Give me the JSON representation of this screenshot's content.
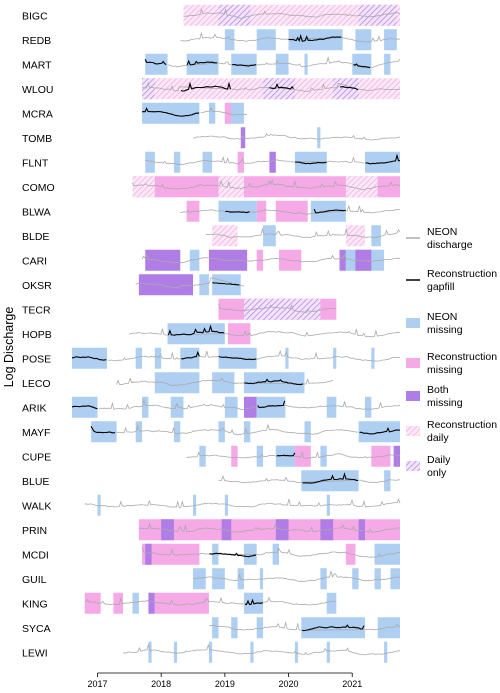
{
  "chart_data": {
    "type": "timeline",
    "ylabel": "Log Discharge",
    "xlabel": "",
    "x_ticks": [
      "2017",
      "2018",
      "2019",
      "2020",
      "2021"
    ],
    "xlim": [
      2016.6,
      2021.75
    ],
    "colors": {
      "neon": "#aaaaaa",
      "recon": "#000000",
      "neon_missing": "#aecff2",
      "recon_missing": "#f5a9e6",
      "both_missing": "#b07ce6",
      "recon_daily": "#fcd9f3",
      "daily_only": "#cfa0e8"
    },
    "legend": [
      {
        "key": "neon",
        "label": "NEON discharge",
        "kind": "line-grey"
      },
      {
        "key": "recon",
        "label": "Reconstruction gapfill",
        "kind": "line-black"
      },
      {
        "key": "neon_missing",
        "label": "NEON missing",
        "kind": "fill"
      },
      {
        "key": "recon_missing",
        "label": "Reconstruction missing",
        "kind": "fill"
      },
      {
        "key": "both_missing",
        "label": "Both missing",
        "kind": "fill"
      },
      {
        "key": "recon_daily",
        "label": "Reconstruction daily",
        "kind": "hatch-pink"
      },
      {
        "key": "daily_only",
        "label": "Daily only",
        "kind": "hatch-purple"
      }
    ],
    "sites": [
      {
        "name": "BIGC",
        "start": 2018.35,
        "end": 2021.75,
        "bands": [
          [
            2018.35,
            2021.75,
            "recon_daily"
          ],
          [
            2018.9,
            2019.4,
            "daily_only"
          ],
          [
            2021.1,
            2021.7,
            "daily_only"
          ]
        ],
        "gaps": []
      },
      {
        "name": "REDB",
        "start": 2018.3,
        "end": 2021.75,
        "bands": [
          [
            2019.0,
            2019.15,
            "neon_missing"
          ],
          [
            2019.5,
            2019.8,
            "neon_missing"
          ],
          [
            2020.0,
            2020.85,
            "neon_missing"
          ],
          [
            2021.05,
            2021.3,
            "neon_missing"
          ],
          [
            2021.5,
            2021.7,
            "neon_missing"
          ]
        ],
        "gaps": [
          [
            2020.0,
            2020.85
          ]
        ]
      },
      {
        "name": "MART",
        "start": 2017.75,
        "end": 2021.75,
        "bands": [
          [
            2017.75,
            2018.1,
            "neon_missing"
          ],
          [
            2018.4,
            2018.9,
            "neon_missing"
          ],
          [
            2019.1,
            2019.5,
            "neon_missing"
          ],
          [
            2019.8,
            2020.0,
            "neon_missing"
          ],
          [
            2020.25,
            2020.3,
            "neon_missing"
          ],
          [
            2021.0,
            2021.3,
            "neon_missing"
          ],
          [
            2021.5,
            2021.6,
            "neon_missing"
          ]
        ],
        "gaps": [
          [
            2017.75,
            2018.1
          ],
          [
            2018.4,
            2018.9
          ],
          [
            2019.1,
            2019.5
          ],
          [
            2021.0,
            2021.3
          ]
        ]
      },
      {
        "name": "WLOU",
        "start": 2017.7,
        "end": 2021.75,
        "bands": [
          [
            2017.7,
            2021.75,
            "recon_daily"
          ],
          [
            2017.7,
            2017.9,
            "daily_only"
          ],
          [
            2019.6,
            2020.1,
            "daily_only"
          ],
          [
            2020.7,
            2021.1,
            "daily_only"
          ]
        ],
        "gaps": [
          [
            2018.3,
            2019.1
          ],
          [
            2019.7,
            2020.1
          ],
          [
            2020.8,
            2021.1
          ]
        ]
      },
      {
        "name": "MCRA",
        "start": 2017.7,
        "end": 2019.35,
        "bands": [
          [
            2017.7,
            2018.6,
            "neon_missing"
          ],
          [
            2018.75,
            2018.85,
            "neon_missing"
          ],
          [
            2019.0,
            2019.3,
            "neon_missing"
          ],
          [
            2019.0,
            2019.1,
            "recon_missing"
          ]
        ],
        "gaps": [
          [
            2017.7,
            2018.6
          ]
        ]
      },
      {
        "name": "TOMB",
        "start": 2018.5,
        "end": 2021.75,
        "bands": [
          [
            2019.25,
            2019.32,
            "both_missing"
          ],
          [
            2020.45,
            2020.5,
            "neon_missing"
          ]
        ],
        "gaps": []
      },
      {
        "name": "FLNT",
        "start": 2017.75,
        "end": 2021.75,
        "bands": [
          [
            2017.75,
            2017.9,
            "neon_missing"
          ],
          [
            2018.2,
            2018.3,
            "neon_missing"
          ],
          [
            2018.65,
            2018.8,
            "neon_missing"
          ],
          [
            2019.2,
            2019.3,
            "recon_missing"
          ],
          [
            2019.7,
            2019.8,
            "both_missing"
          ],
          [
            2020.1,
            2020.6,
            "neon_missing"
          ],
          [
            2021.2,
            2021.75,
            "neon_missing"
          ]
        ],
        "gaps": [
          [
            2020.1,
            2020.6
          ],
          [
            2021.2,
            2021.75
          ]
        ]
      },
      {
        "name": "COMO",
        "start": 2017.55,
        "end": 2021.75,
        "bands": [
          [
            2017.55,
            2021.75,
            "recon_missing"
          ],
          [
            2017.55,
            2017.9,
            "recon_daily"
          ],
          [
            2018.9,
            2019.3,
            "recon_daily"
          ],
          [
            2020.9,
            2021.4,
            "recon_daily"
          ]
        ],
        "gaps": []
      },
      {
        "name": "BLWA",
        "start": 2018.3,
        "end": 2021.75,
        "bands": [
          [
            2018.4,
            2018.6,
            "recon_missing"
          ],
          [
            2018.9,
            2019.5,
            "neon_missing"
          ],
          [
            2019.5,
            2019.65,
            "recon_missing"
          ],
          [
            2019.8,
            2020.3,
            "recon_missing"
          ],
          [
            2020.35,
            2020.9,
            "neon_missing"
          ]
        ],
        "gaps": [
          [
            2019.0,
            2019.4
          ],
          [
            2020.4,
            2020.9
          ]
        ]
      },
      {
        "name": "BLDE",
        "start": 2018.7,
        "end": 2021.75,
        "bands": [
          [
            2018.8,
            2019.2,
            "recon_daily"
          ],
          [
            2019.6,
            2019.8,
            "neon_missing"
          ],
          [
            2020.9,
            2021.2,
            "recon_daily"
          ],
          [
            2021.3,
            2021.45,
            "neon_missing"
          ]
        ],
        "gaps": []
      },
      {
        "name": "CARI",
        "start": 2017.7,
        "end": 2021.75,
        "bands": [
          [
            2017.75,
            2018.3,
            "both_missing"
          ],
          [
            2018.45,
            2018.6,
            "neon_missing"
          ],
          [
            2018.75,
            2019.35,
            "both_missing"
          ],
          [
            2019.5,
            2019.6,
            "recon_missing"
          ],
          [
            2019.85,
            2020.2,
            "recon_missing"
          ],
          [
            2020.8,
            2020.9,
            "both_missing"
          ],
          [
            2020.9,
            2021.5,
            "neon_missing"
          ],
          [
            2021.05,
            2021.3,
            "both_missing"
          ]
        ],
        "gaps": []
      },
      {
        "name": "OKSR",
        "start": 2017.6,
        "end": 2019.3,
        "bands": [
          [
            2017.65,
            2018.5,
            "both_missing"
          ],
          [
            2018.6,
            2018.75,
            "neon_missing"
          ],
          [
            2018.8,
            2019.25,
            "neon_missing"
          ]
        ],
        "gaps": [
          [
            2018.8,
            2019.25
          ]
        ]
      },
      {
        "name": "TECR",
        "start": 2018.9,
        "end": 2020.75,
        "bands": [
          [
            2018.9,
            2020.75,
            "recon_missing"
          ],
          [
            2019.3,
            2020.5,
            "daily_only"
          ]
        ],
        "gaps": []
      },
      {
        "name": "HOPB",
        "start": 2017.5,
        "end": 2021.75,
        "bands": [
          [
            2018.1,
            2019.0,
            "neon_missing"
          ],
          [
            2019.05,
            2019.4,
            "recon_missing"
          ]
        ],
        "gaps": [
          [
            2018.1,
            2019.0
          ]
        ]
      },
      {
        "name": "POSE",
        "start": 2016.6,
        "end": 2021.75,
        "bands": [
          [
            2016.6,
            2017.15,
            "neon_missing"
          ],
          [
            2017.6,
            2017.7,
            "neon_missing"
          ],
          [
            2017.9,
            2018.0,
            "neon_missing"
          ],
          [
            2018.3,
            2018.6,
            "neon_missing"
          ],
          [
            2018.9,
            2019.5,
            "neon_missing"
          ],
          [
            2019.95,
            2020.0,
            "neon_missing"
          ],
          [
            2020.7,
            2020.75,
            "neon_missing"
          ],
          [
            2021.3,
            2021.35,
            "neon_missing"
          ]
        ],
        "gaps": [
          [
            2016.6,
            2017.15
          ],
          [
            2018.3,
            2018.6
          ],
          [
            2018.9,
            2019.5
          ]
        ]
      },
      {
        "name": "LECO",
        "start": 2017.3,
        "end": 2020.7,
        "bands": [
          [
            2017.9,
            2018.6,
            "neon_missing"
          ],
          [
            2018.8,
            2019.15,
            "neon_missing"
          ],
          [
            2019.3,
            2020.25,
            "neon_missing"
          ]
        ],
        "gaps": [
          [
            2019.3,
            2020.25
          ]
        ]
      },
      {
        "name": "ARIK",
        "start": 2016.6,
        "end": 2021.75,
        "bands": [
          [
            2016.6,
            2017.0,
            "neon_missing"
          ],
          [
            2017.7,
            2017.8,
            "neon_missing"
          ],
          [
            2018.15,
            2018.35,
            "neon_missing"
          ],
          [
            2019.0,
            2019.2,
            "neon_missing"
          ],
          [
            2019.3,
            2019.5,
            "both_missing"
          ],
          [
            2019.5,
            2019.95,
            "neon_missing"
          ],
          [
            2020.6,
            2020.75,
            "neon_missing"
          ],
          [
            2021.2,
            2021.3,
            "neon_missing"
          ]
        ],
        "gaps": [
          [
            2016.6,
            2017.0
          ],
          [
            2019.5,
            2019.95
          ]
        ]
      },
      {
        "name": "MAYF",
        "start": 2016.9,
        "end": 2021.75,
        "bands": [
          [
            2016.9,
            2017.3,
            "neon_missing"
          ],
          [
            2017.6,
            2017.7,
            "neon_missing"
          ],
          [
            2018.2,
            2018.3,
            "neon_missing"
          ],
          [
            2018.9,
            2019.0,
            "neon_missing"
          ],
          [
            2019.3,
            2019.4,
            "neon_missing"
          ],
          [
            2020.25,
            2020.35,
            "neon_missing"
          ],
          [
            2021.1,
            2021.75,
            "neon_missing"
          ]
        ],
        "gaps": [
          [
            2016.9,
            2017.3
          ],
          [
            2021.1,
            2021.75
          ]
        ]
      },
      {
        "name": "CUPE",
        "start": 2018.4,
        "end": 2021.75,
        "bands": [
          [
            2018.6,
            2018.7,
            "neon_missing"
          ],
          [
            2019.1,
            2019.2,
            "recon_missing"
          ],
          [
            2019.5,
            2019.6,
            "neon_missing"
          ],
          [
            2019.8,
            2020.1,
            "neon_missing"
          ],
          [
            2020.1,
            2020.35,
            "recon_missing"
          ],
          [
            2020.5,
            2020.6,
            "neon_missing"
          ],
          [
            2021.3,
            2021.6,
            "recon_missing"
          ],
          [
            2021.65,
            2021.75,
            "both_missing"
          ]
        ],
        "gaps": [
          [
            2019.8,
            2020.1
          ]
        ]
      },
      {
        "name": "BLUE",
        "start": 2018.9,
        "end": 2021.75,
        "bands": [
          [
            2020.2,
            2021.1,
            "neon_missing"
          ],
          [
            2021.5,
            2021.6,
            "neon_missing"
          ]
        ],
        "gaps": [
          [
            2020.2,
            2021.1
          ]
        ]
      },
      {
        "name": "WALK",
        "start": 2016.8,
        "end": 2021.75,
        "bands": [
          [
            2017.0,
            2017.05,
            "neon_missing"
          ],
          [
            2018.5,
            2018.55,
            "neon_missing"
          ],
          [
            2019.0,
            2019.05,
            "neon_missing"
          ],
          [
            2020.6,
            2020.65,
            "neon_missing"
          ]
        ],
        "gaps": []
      },
      {
        "name": "PRIN",
        "start": 2017.65,
        "end": 2021.75,
        "bands": [
          [
            2017.65,
            2021.75,
            "recon_missing"
          ],
          [
            2018.0,
            2018.2,
            "both_missing"
          ],
          [
            2018.95,
            2019.1,
            "both_missing"
          ],
          [
            2019.8,
            2020.0,
            "both_missing"
          ],
          [
            2020.5,
            2020.7,
            "both_missing"
          ],
          [
            2021.1,
            2021.2,
            "both_missing"
          ]
        ],
        "gaps": []
      },
      {
        "name": "MCDI",
        "start": 2017.7,
        "end": 2021.75,
        "bands": [
          [
            2017.7,
            2018.6,
            "recon_missing"
          ],
          [
            2017.75,
            2017.85,
            "both_missing"
          ],
          [
            2018.8,
            2018.9,
            "neon_missing"
          ],
          [
            2019.3,
            2019.5,
            "neon_missing"
          ],
          [
            2019.75,
            2019.85,
            "neon_missing"
          ],
          [
            2020.9,
            2021.05,
            "recon_missing"
          ],
          [
            2021.35,
            2021.75,
            "neon_missing"
          ]
        ],
        "gaps": [
          [
            2018.75,
            2019.5
          ]
        ]
      },
      {
        "name": "GUIL",
        "start": 2018.5,
        "end": 2021.75,
        "bands": [
          [
            2018.5,
            2018.7,
            "neon_missing"
          ],
          [
            2018.8,
            2019.0,
            "neon_missing"
          ],
          [
            2019.2,
            2019.3,
            "neon_missing"
          ],
          [
            2019.55,
            2019.6,
            "neon_missing"
          ],
          [
            2020.5,
            2020.6,
            "neon_missing"
          ],
          [
            2021.0,
            2021.1,
            "neon_missing"
          ],
          [
            2021.35,
            2021.45,
            "neon_missing"
          ],
          [
            2021.6,
            2021.75,
            "neon_missing"
          ]
        ],
        "gaps": []
      },
      {
        "name": "KING",
        "start": 2016.8,
        "end": 2020.75,
        "bands": [
          [
            2016.8,
            2017.05,
            "recon_missing"
          ],
          [
            2017.25,
            2017.4,
            "recon_missing"
          ],
          [
            2017.55,
            2017.65,
            "neon_missing"
          ],
          [
            2017.8,
            2017.9,
            "both_missing"
          ],
          [
            2017.9,
            2018.75,
            "recon_missing"
          ],
          [
            2019.3,
            2019.6,
            "neon_missing"
          ],
          [
            2020.6,
            2020.75,
            "neon_missing"
          ]
        ],
        "gaps": [
          [
            2019.3,
            2019.6
          ]
        ]
      },
      {
        "name": "SYCA",
        "start": 2018.75,
        "end": 2021.75,
        "bands": [
          [
            2018.8,
            2018.9,
            "neon_missing"
          ],
          [
            2019.1,
            2019.2,
            "neon_missing"
          ],
          [
            2019.5,
            2019.6,
            "neon_missing"
          ],
          [
            2020.2,
            2021.2,
            "neon_missing"
          ],
          [
            2021.4,
            2021.75,
            "neon_missing"
          ]
        ],
        "gaps": [
          [
            2020.2,
            2021.2
          ]
        ]
      },
      {
        "name": "LEWI",
        "start": 2017.4,
        "end": 2021.75,
        "bands": [
          [
            2017.8,
            2017.85,
            "neon_missing"
          ],
          [
            2018.2,
            2018.25,
            "neon_missing"
          ],
          [
            2018.75,
            2018.8,
            "neon_missing"
          ],
          [
            2019.4,
            2019.45,
            "neon_missing"
          ],
          [
            2020.1,
            2020.15,
            "neon_missing"
          ],
          [
            2020.6,
            2020.65,
            "neon_missing"
          ],
          [
            2021.5,
            2021.55,
            "neon_missing"
          ]
        ],
        "gaps": []
      }
    ]
  }
}
